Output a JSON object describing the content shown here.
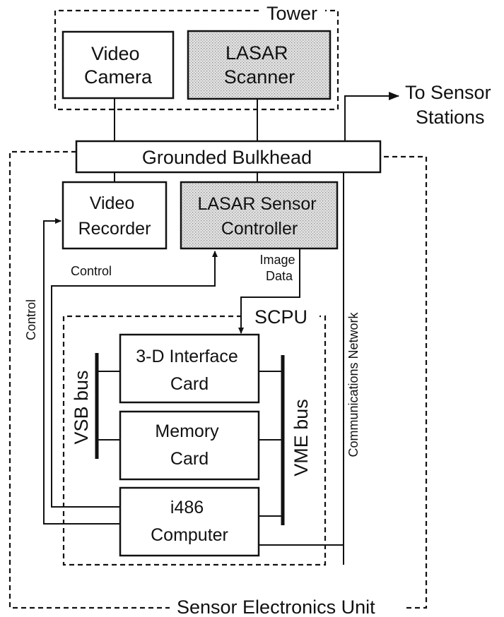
{
  "diagram": {
    "tower_label": "Tower",
    "video_camera": [
      "Video",
      "Camera"
    ],
    "lasar_scanner": [
      "LASAR",
      "Scanner"
    ],
    "to_sensor_stations": [
      "To Sensor",
      "Stations"
    ],
    "grounded_bulkhead": "Grounded Bulkhead",
    "video_recorder": [
      "Video",
      "Recorder"
    ],
    "lasar_sensor_controller": [
      "LASAR Sensor",
      "Controller"
    ],
    "control_inner": "Control",
    "control_outer": "Control",
    "image_data": [
      "Image",
      "Data"
    ],
    "communications_network": "Communications Network",
    "scpu_label": "SCPU",
    "interface_card": [
      "3-D Interface",
      "Card"
    ],
    "memory_card": [
      "Memory",
      "Card"
    ],
    "computer": [
      "i486",
      "Computer"
    ],
    "vsb_bus": "VSB bus",
    "vme_bus": "VME bus",
    "sensor_electronics_unit": "Sensor Electronics Unit",
    "colors": {
      "line": "#111111",
      "shaded_fill": "#d4d4d4"
    }
  }
}
